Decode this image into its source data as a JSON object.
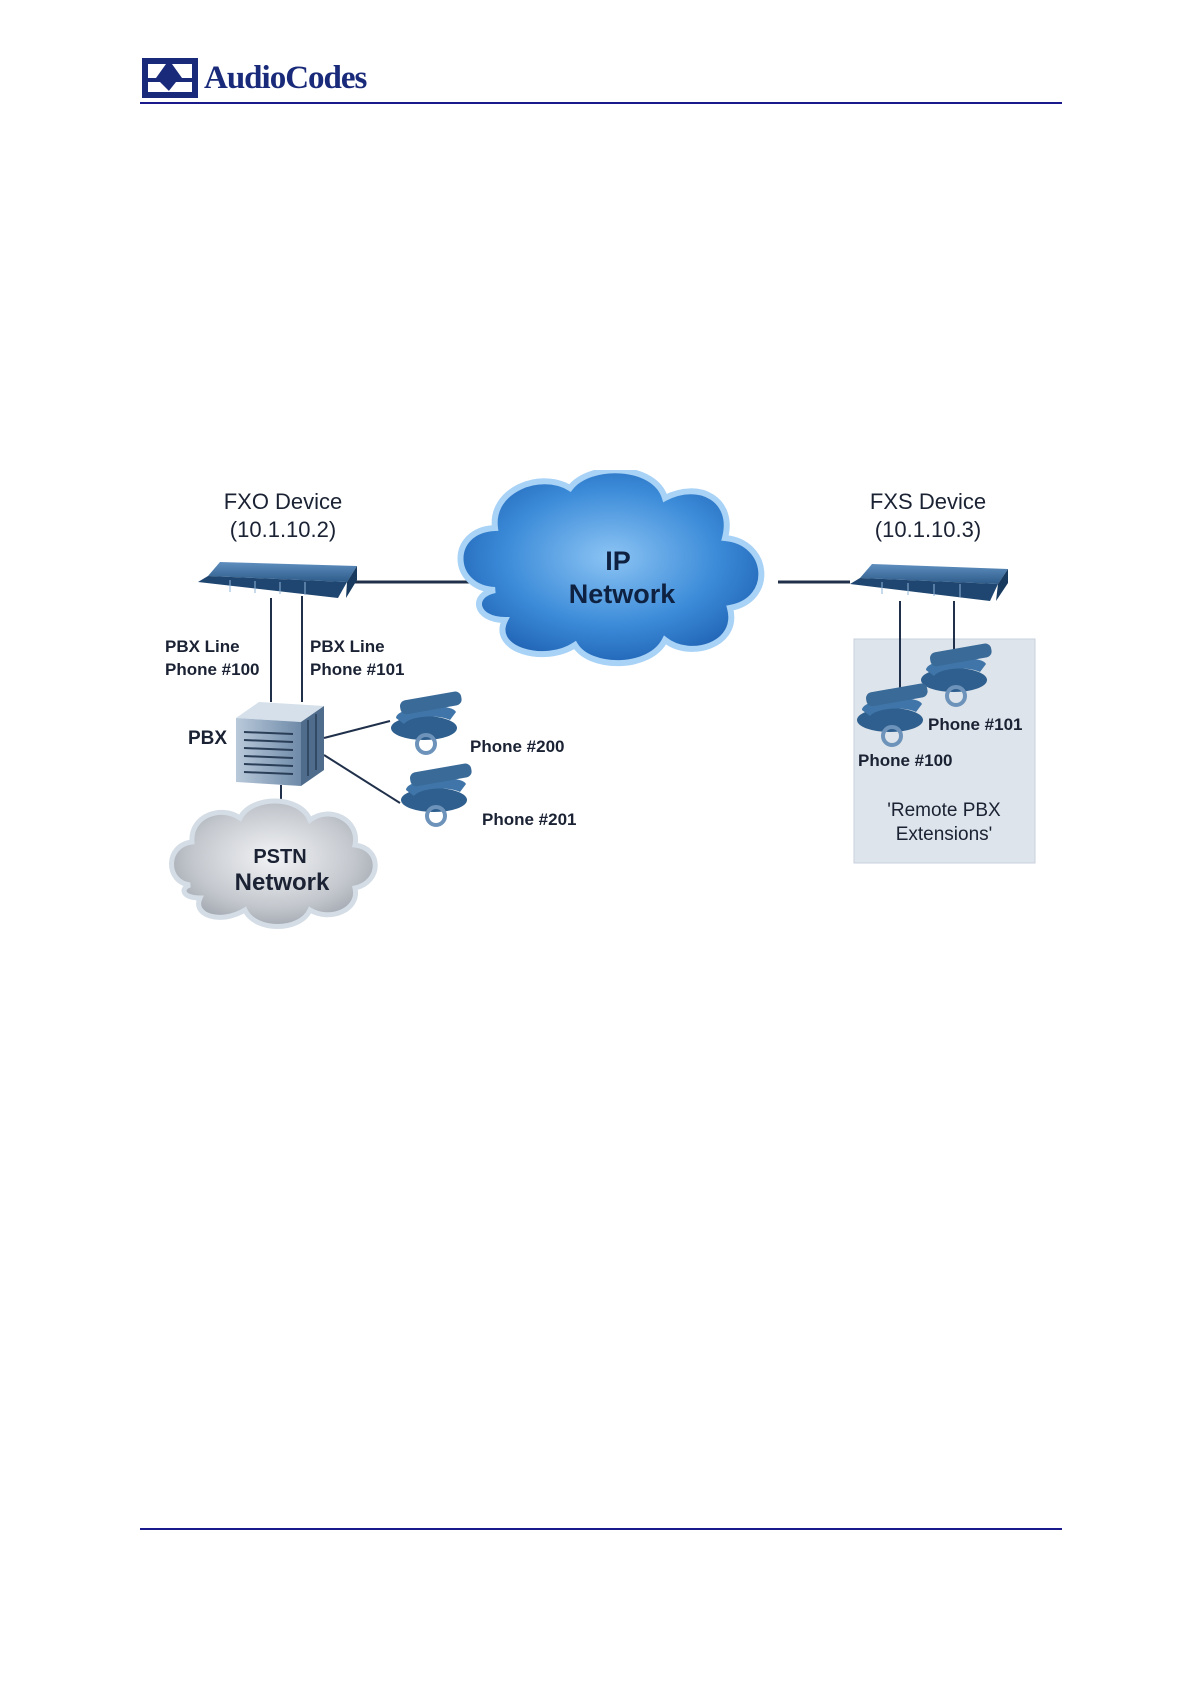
{
  "header": {
    "brand": "AudioCodes",
    "rule_color": "#1a1a8c"
  },
  "diagram": {
    "fxo_device": {
      "title": "FXO Device",
      "ip": "(10.1.10.2)"
    },
    "fxs_device": {
      "title": "FXS Device",
      "ip": "(10.1.10.3)"
    },
    "ip_cloud": {
      "line1": "IP",
      "line2": "Network"
    },
    "pstn_cloud": {
      "line1": "PSTN",
      "line2": "Network"
    },
    "pbx_label": "PBX",
    "pbx_line_100": {
      "line1": "PBX Line",
      "line2": "Phone #100"
    },
    "pbx_line_101": {
      "line1": "PBX Line",
      "line2": "Phone #101"
    },
    "phone_200": "Phone #200",
    "phone_201": "Phone #201",
    "remote_phone_101": "Phone #101",
    "remote_phone_100": "Phone #100",
    "remote_box": {
      "line1": "'Remote PBX",
      "line2": "Extensions'"
    },
    "colors": {
      "device": "#2a5a8c",
      "ip_cloud": "#2f7fd0",
      "pstn_cloud": "#b0b6c0",
      "phone": "#3a6a96",
      "remote_bg": "#dfe5ec",
      "text": "#1a2233"
    }
  }
}
